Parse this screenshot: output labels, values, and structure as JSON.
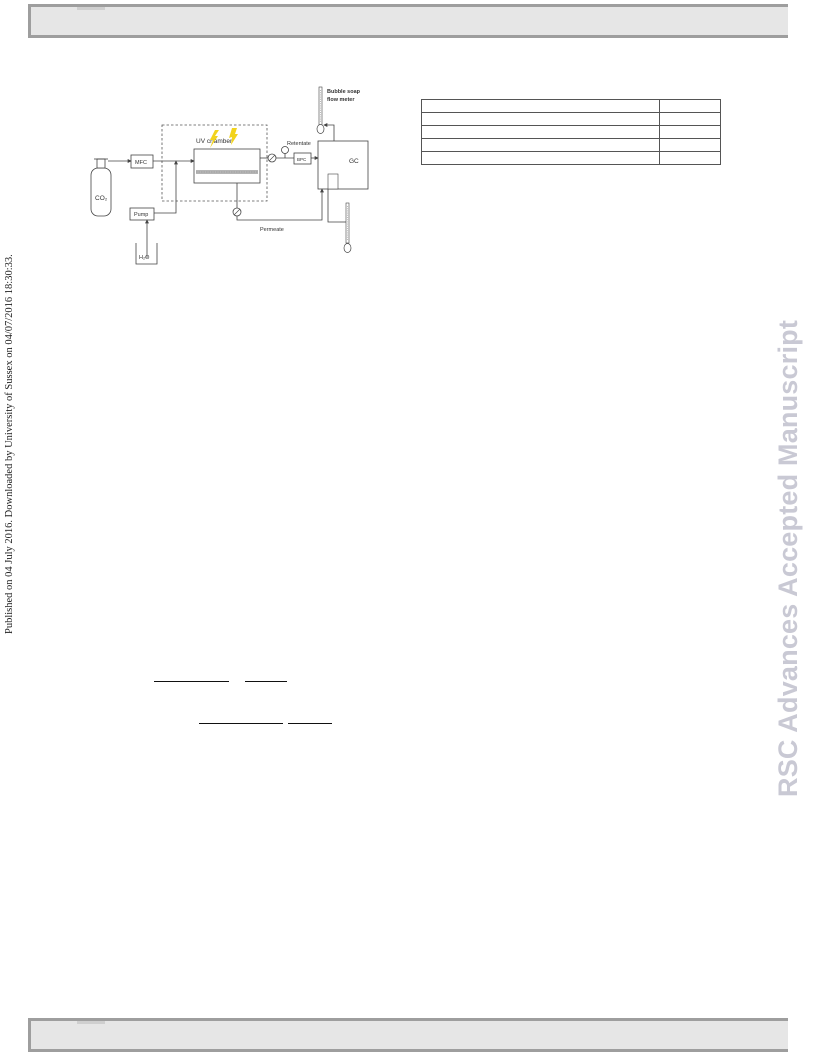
{
  "side_notice": "Published on 04 July 2016. Downloaded by University of Sussex on 04/07/2016 18:30:33.",
  "watermark": "RSC Advances Accepted Manuscript",
  "figure": {
    "uv_chamber": "UV chamber",
    "mfc": "MFC",
    "co2": "CO₂",
    "pump": "Pump",
    "h2o": "H₂O",
    "retentate": "Retentate",
    "bpc": "BPC",
    "gc": "GC",
    "permeate": "Permeate",
    "flow_meter_line1": "Bubble soap",
    "flow_meter_line2": "flow meter"
  },
  "table": {
    "rows": 5
  },
  "colors": {
    "banner_fill": "#e6e6e6",
    "banner_border": "#9e9e9e",
    "watermark": "#c9c9d4",
    "uv_lamp": "#f2d31c"
  }
}
